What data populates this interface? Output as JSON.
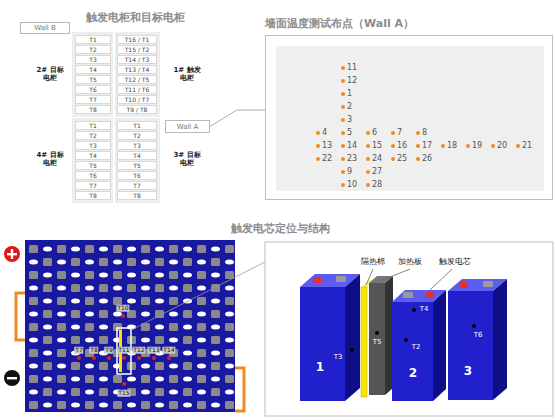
{
  "diagram": {
    "nodes": [
      {
        "text": [
          "Wall B"
        ]
      },
      {
        "text": [
          "T1"
        ]
      },
      {
        "text": [
          "T2"
        ]
      },
      {
        "text": [
          "T3"
        ]
      },
      {
        "text": [
          "T4"
        ]
      },
      {
        "text": [
          "T5"
        ]
      },
      {
        "text": [
          "T6"
        ]
      },
      {
        "text": [
          "T7"
        ]
      },
      {
        "text": [
          "T8"
        ]
      },
      {
        "text": [
          "T16 / T1"
        ]
      },
      {
        "text": [
          "T15 / T2"
        ]
      },
      {
        "text": [
          "T14 / T3"
        ]
      },
      {
        "text": [
          "T13 / T4"
        ]
      },
      {
        "text": [
          "T12 / T5"
        ]
      },
      {
        "text": [
          "T11 / T6"
        ]
      },
      {
        "text": [
          "T10 / T7"
        ]
      },
      {
        "text": [
          "T9 / T8"
        ]
      },
      {
        "text": [
          "T1"
        ]
      },
      {
        "text": [
          "T2"
        ]
      },
      {
        "text": [
          "T3"
        ]
      },
      {
        "text": [
          "T4"
        ]
      },
      {
        "text": [
          "T5"
        ]
      },
      {
        "text": [
          "T6"
        ]
      },
      {
        "text": [
          "T7"
        ]
      },
      {
        "text": [
          "T8"
        ]
      },
      {
        "text": [
          "T1"
        ]
      },
      {
        "text": [
          "T2"
        ]
      },
      {
        "text": [
          "T3"
        ]
      },
      {
        "text": [
          "T4"
        ]
      },
      {
        "text": [
          "T5"
        ]
      },
      {
        "text": [
          "T6"
        ]
      },
      {
        "text": [
          "T7"
        ]
      },
      {
        "text": [
          "T8"
        ]
      },
      {
        "text": [
          "Wall A"
        ]
      },
      {
        "text": [
          "墙面温度测试布点（Wall A）"
        ]
      }
    ],
    "edges": [
      {
        "from": 33,
        "to": 34,
        "arrow": "none"
      }
    ],
    "labels": [
      "触发电柜和目标电柜",
      "2# 目标电柜",
      "1# 触发电柜",
      "4# 目标电柜",
      "3# 目标电柜",
      "11",
      "12",
      "1",
      "2",
      "3",
      "4",
      "5",
      "6",
      "7",
      "8",
      "13",
      "14",
      "15",
      "16",
      "17",
      "18",
      "19",
      "20",
      "21",
      "22",
      "23",
      "24",
      "25",
      "26",
      "9",
      "27",
      "10",
      "28",
      "触发电芯定位与结构",
      "T10",
      "T7",
      "T8",
      "T9",
      "T11",
      "T12",
      "T13",
      "T14",
      "T15",
      "隔热棉",
      "加热板",
      "触发电芯",
      "T4",
      "T3",
      "T5",
      "T2",
      "T6",
      "1",
      "2",
      "3"
    ]
  }
}
